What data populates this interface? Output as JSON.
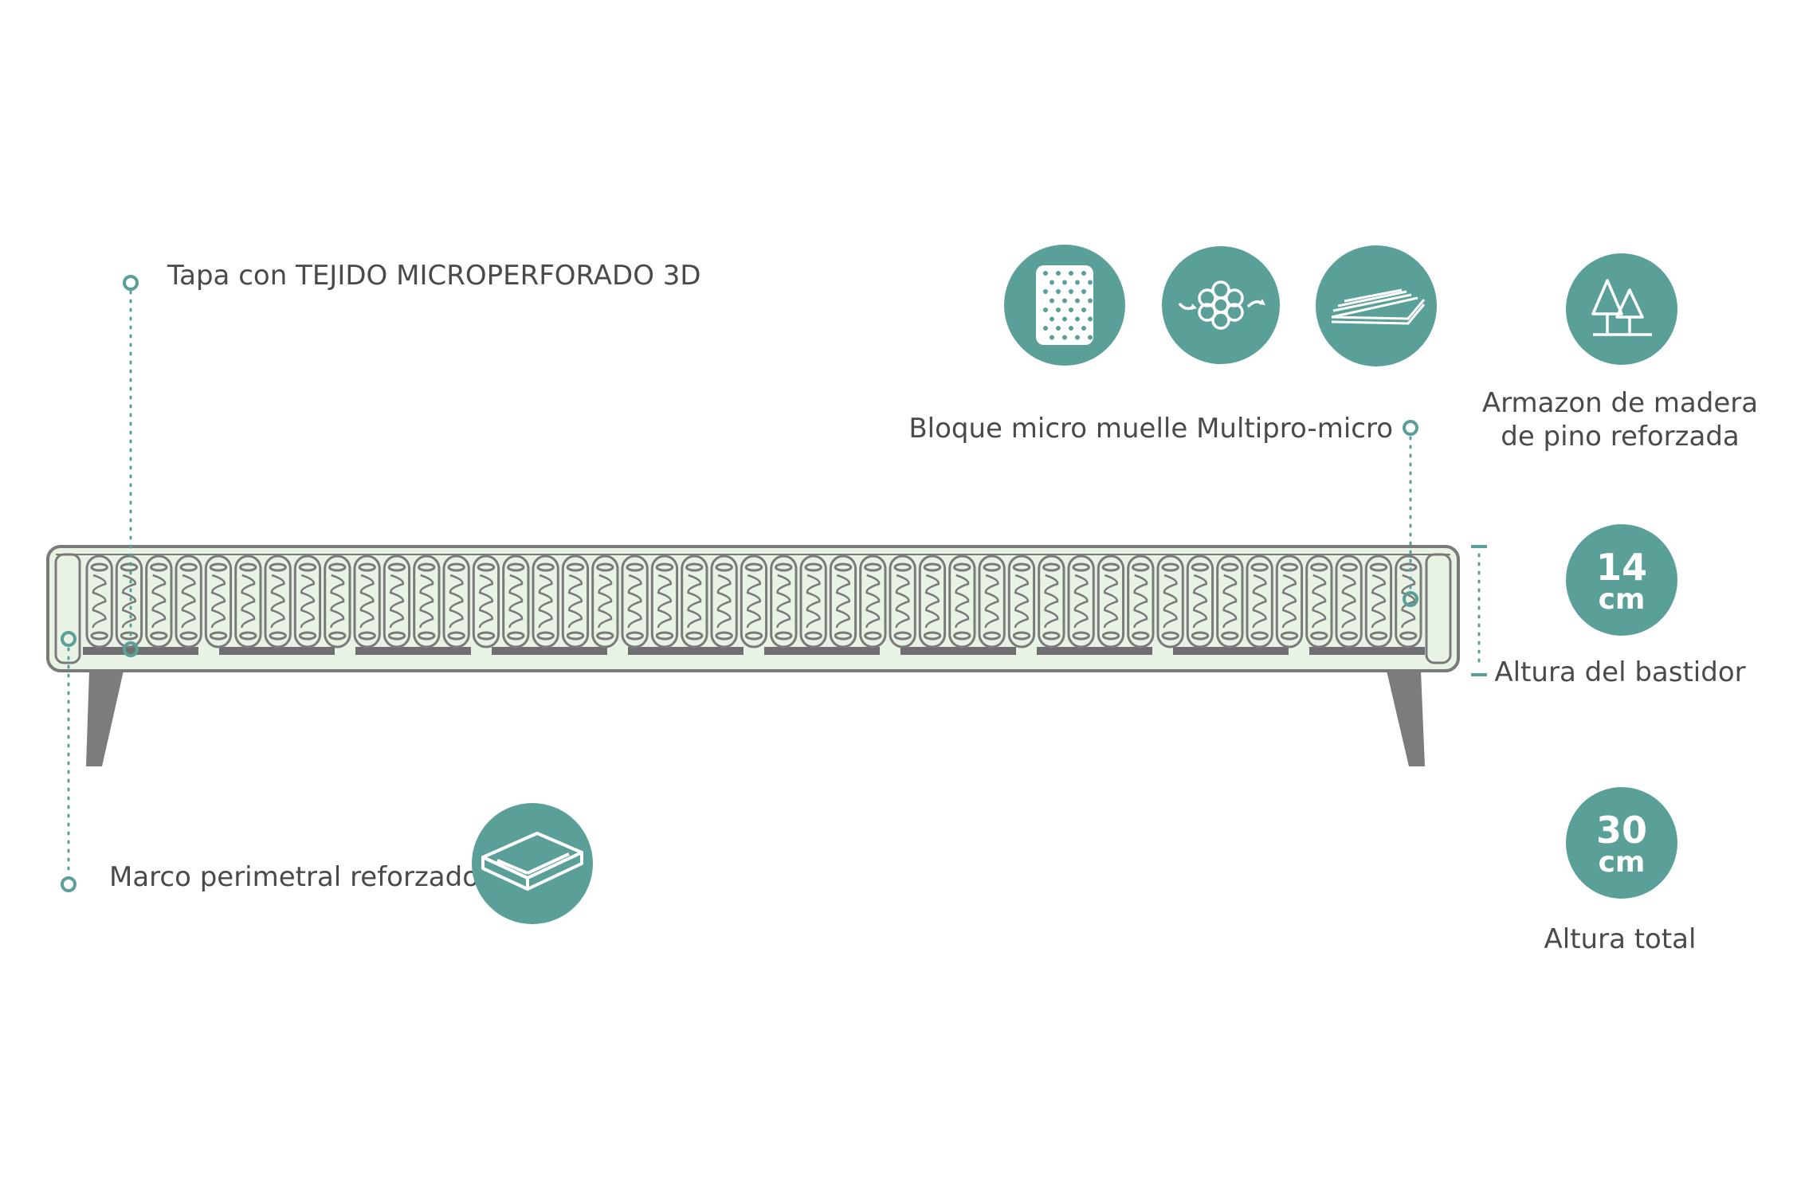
{
  "colors": {
    "accent": "#5aa099",
    "frame_fill": "#e8f3e6",
    "frame_stroke": "#7a7a7a",
    "legs": "#7c7c7c",
    "text": "#4a4a4a"
  },
  "labels": {
    "tapa": "Tapa con TEJIDO MICROPERFORADO 3D",
    "bloque": "Bloque micro muelle Multipro-micro",
    "armazon_line1": "Armazon de madera",
    "armazon_line2": "de pino reforzada",
    "marco": "Marco perimetral reforzado",
    "altura_bastidor": "Altura del bastidor",
    "altura_total": "Altura total"
  },
  "badges": {
    "bastidor": {
      "value": "14",
      "unit": "cm"
    },
    "total": {
      "value": "30",
      "unit": "cm"
    }
  },
  "icons": {
    "perforated": "perforated-fabric-icon",
    "flower": "flower-airflow-icon",
    "layers": "layers-icon",
    "trees": "trees-icon",
    "frame": "mattress-frame-icon"
  },
  "diagram": {
    "spring_count": 45,
    "slat_count": 10
  }
}
